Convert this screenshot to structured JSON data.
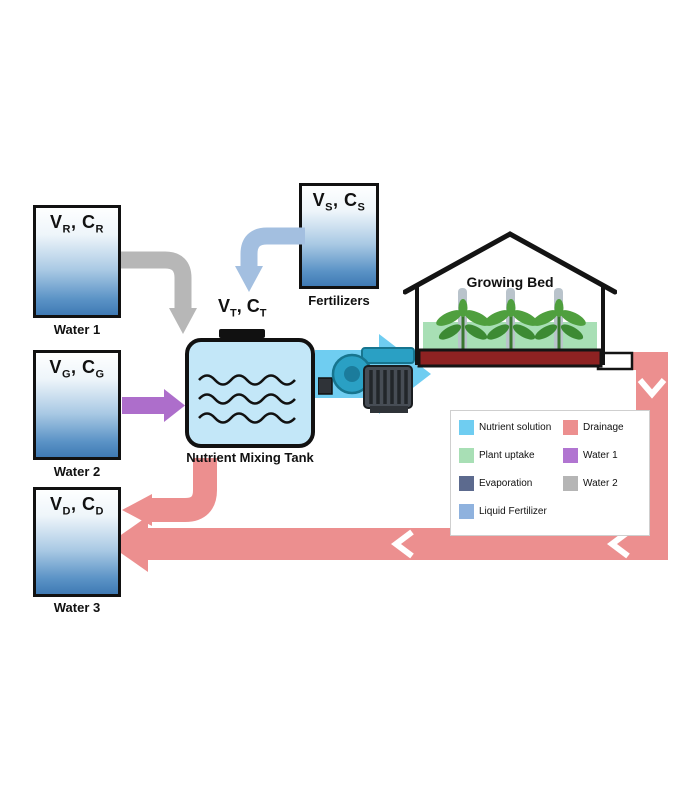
{
  "colors": {
    "nutrient_solution": "#6fcdf1",
    "plant_uptake": "#a8dfb5",
    "evaporation": "#5c6a8e",
    "liquid_fertilizer": "#8fb2de",
    "drainage": "#ec8f8f",
    "gray_arrow": "#b7b7b7",
    "purple_arrow": "#ad6ecb",
    "fertilizer_pipe": "#a3bfe0"
  },
  "tanks": {
    "water1": {
      "v": "V",
      "v_sub": "R",
      "sep": ", ",
      "c": "C",
      "c_sub": "R",
      "caption": "Water 1"
    },
    "water2": {
      "v": "V",
      "v_sub": "G",
      "sep": ", ",
      "c": "C",
      "c_sub": "G",
      "caption": "Water 2"
    },
    "water3": {
      "v": "V",
      "v_sub": "D",
      "sep": ", ",
      "c": "C",
      "c_sub": "D",
      "caption": "Water 3"
    },
    "fertilizers": {
      "v": "V",
      "v_sub": "S",
      "sep": ", ",
      "c": "C",
      "c_sub": "S",
      "caption": "Fertilizers"
    }
  },
  "mixing_tank": {
    "v": "V",
    "v_sub": "T",
    "sep": ", ",
    "c": "C",
    "c_sub": "T",
    "caption": "Nutrient Mixing Tank"
  },
  "growing_bed": {
    "title": "Growing Bed"
  },
  "legend": {
    "left": [
      {
        "label": "Nutrient solution",
        "color": "#6fcdf1"
      },
      {
        "label": "Plant uptake",
        "color": "#a8dfb5"
      },
      {
        "label": "Evaporation",
        "color": "#5c6a8e"
      },
      {
        "label": "Liquid Fertilizer",
        "color": "#8fb2de"
      }
    ],
    "right": [
      {
        "label": "Drainage",
        "color": "#ec8f8f"
      },
      {
        "label": "Water 1",
        "color": "#b175d1"
      },
      {
        "label": "Water 2",
        "color": "#b5b5b5"
      }
    ]
  }
}
